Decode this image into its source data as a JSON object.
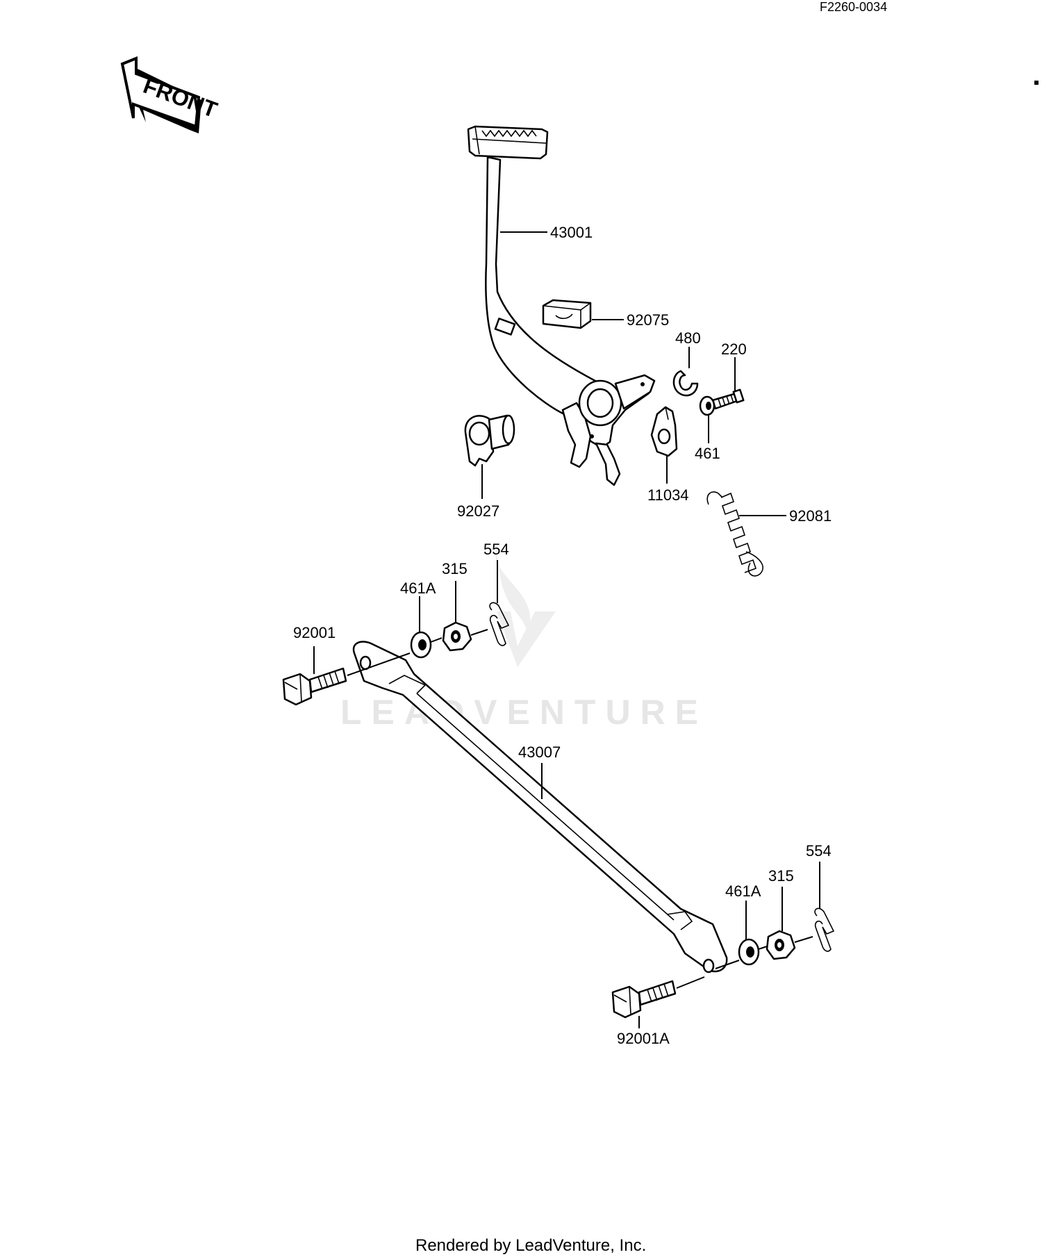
{
  "diagram": {
    "reference_code": "F2260-0034",
    "front_arrow_label": "FRONT",
    "watermark": "LEADVENTURE",
    "footer": "Rendered by LeadVenture, Inc.",
    "part_labels": {
      "p43001": "43001",
      "p92075": "92075",
      "p480": "480",
      "p220": "220",
      "p461": "461",
      "p11034": "11034",
      "p92027": "92027",
      "p92081": "92081",
      "p554_top": "554",
      "p315_top": "315",
      "p461A_top": "461A",
      "p92001": "92001",
      "p43007": "43007",
      "p554_bottom": "554",
      "p315_bottom": "315",
      "p461A_bottom": "461A",
      "p92001A": "92001A"
    }
  }
}
